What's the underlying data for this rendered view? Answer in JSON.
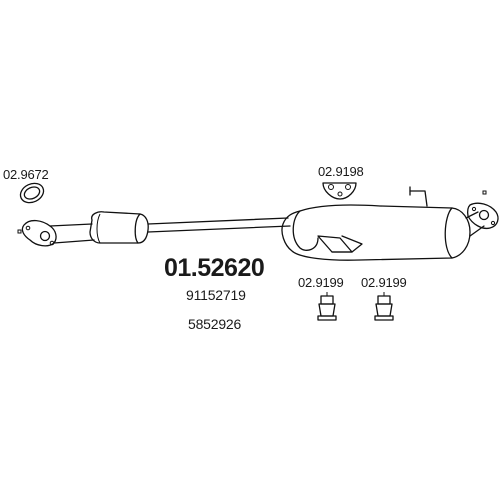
{
  "part_number": "01.52620",
  "oe_numbers": [
    "91152719",
    "5852926"
  ],
  "callouts": {
    "gasket": "02.9672",
    "hanger_top": "02.9198",
    "rubber_mount_left": "02.9199",
    "rubber_mount_right": "02.9199"
  },
  "colors": {
    "line": "#111111",
    "background": "#ffffff"
  }
}
